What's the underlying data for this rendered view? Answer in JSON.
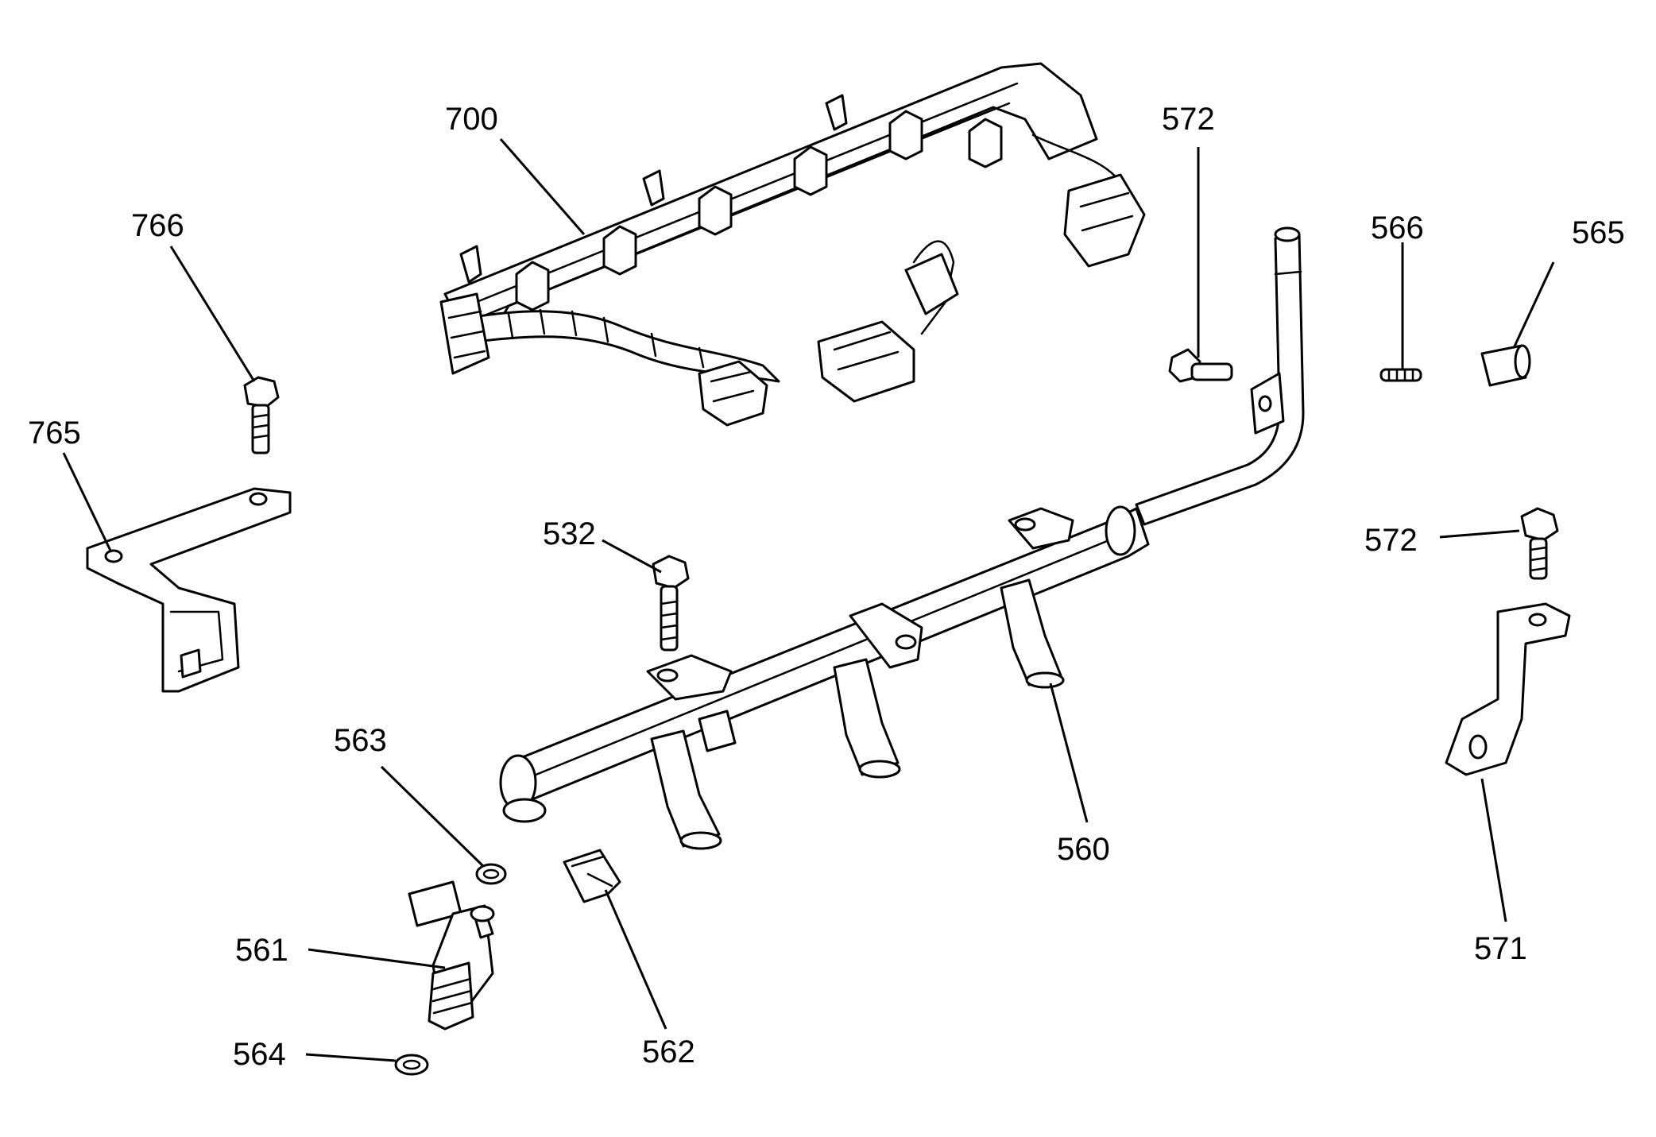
{
  "diagram": {
    "labels": {
      "l700": "700",
      "l572a": "572",
      "l766": "766",
      "l566": "566",
      "l565": "565",
      "l765": "765",
      "l532": "532",
      "l572b": "572",
      "l563": "563",
      "l560": "560",
      "l571": "571",
      "l561": "561",
      "l562": "562",
      "l564": "564"
    }
  }
}
